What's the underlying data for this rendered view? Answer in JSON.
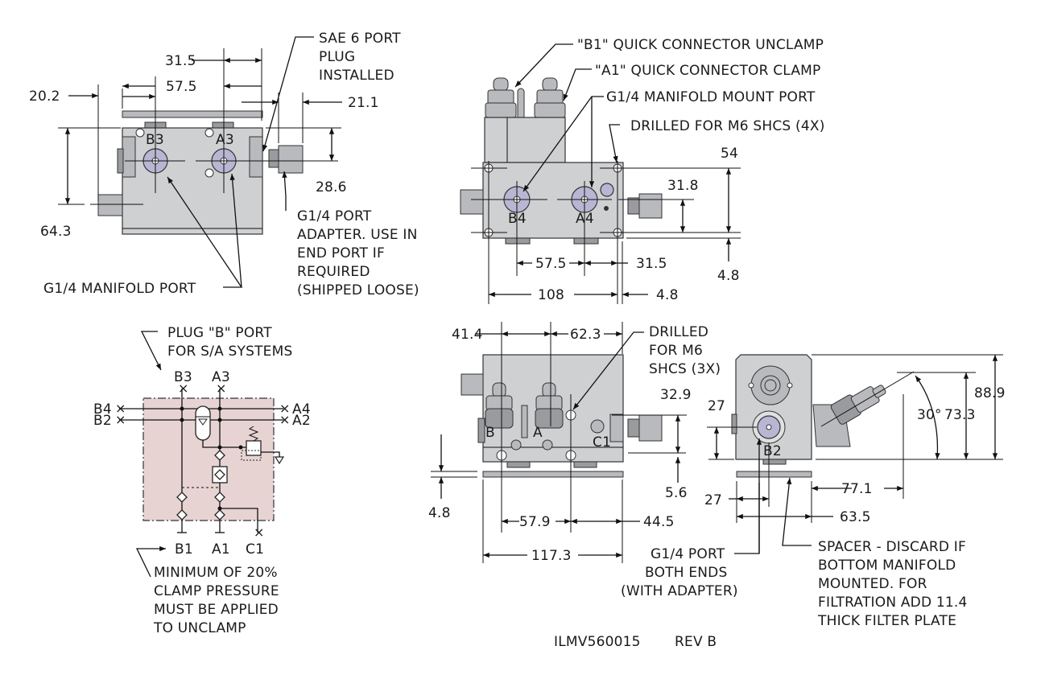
{
  "drawing": {
    "part_number": "ILMV560015",
    "revision": "REV B",
    "colors": {
      "block_body": "#cfd0d2",
      "port_face": "#b8b6d3",
      "schematic_fill": "#e8d3d3",
      "line": "#111111"
    }
  },
  "top_left_view": {
    "dims": {
      "d31_5": "31.5",
      "d57_5": "57.5",
      "d20_2": "20.2",
      "d21_1": "21.1",
      "d28_6": "28.6",
      "d64_3": "64.3"
    },
    "port_labels": {
      "b3": "B3",
      "a3": "A3"
    },
    "callouts": {
      "sae_plug": [
        "SAE 6 PORT",
        "PLUG",
        "INSTALLED"
      ],
      "adapter": [
        "G1/4 PORT",
        "ADAPTER. USE IN",
        "END PORT IF",
        "REQUIRED",
        "(SHIPPED LOOSE)"
      ],
      "manifold_port": "G1/4 MANIFOLD PORT"
    }
  },
  "top_right_view": {
    "callouts": {
      "b1": "\"B1\" QUICK CONNECTOR UNCLAMP",
      "a1": "\"A1\" QUICK CONNECTOR CLAMP",
      "mount_port": "G1/4 MANIFOLD MOUNT PORT",
      "drilled": "DRILLED FOR M6 SHCS (4X)"
    },
    "port_labels": {
      "b4": "B4",
      "a4": "A4"
    },
    "dims": {
      "d54": "54",
      "d31_8": "31.8",
      "d4_8_right": "4.8",
      "d57_5": "57.5",
      "d31_5": "31.5",
      "d108": "108",
      "d4_8_bottom": "4.8"
    }
  },
  "schematic": {
    "callout_top": [
      "PLUG \"B\" PORT",
      "FOR S/A SYSTEMS"
    ],
    "ports": {
      "b3": "B3",
      "a3": "A3",
      "b4": "B4",
      "b2": "B2",
      "a4": "A4",
      "a2": "A2",
      "b1": "B1",
      "a1": "A1",
      "c1": "C1"
    },
    "callout_bottom": [
      "MINIMUM OF 20%",
      "CLAMP PRESSURE",
      "MUST BE APPLIED",
      "TO UNCLAMP"
    ]
  },
  "bottom_mid_view": {
    "dims": {
      "d41_4": "41.4",
      "d62_3": "62.3",
      "d32_9": "32.9",
      "d5_6": "5.6",
      "d4_8": "4.8",
      "d57_9": "57.9",
      "d44_5": "44.5",
      "d117_3": "117.3"
    },
    "port_labels": {
      "b": "B",
      "a": "A",
      "c1": "C1"
    },
    "callouts": {
      "drilled": [
        "DRILLED",
        "FOR M6",
        "SHCS (3X)"
      ],
      "g14_port": [
        "G1/4 PORT",
        "BOTH ENDS",
        "(WITH ADAPTER)"
      ]
    }
  },
  "bottom_right_view": {
    "dims": {
      "d27_top": "27",
      "d27_bottom": "27",
      "d88_9": "88.9",
      "d73_3": "73.3",
      "angle": "30°",
      "d77_1": "77.1",
      "d63_5": "63.5"
    },
    "port_labels": {
      "b2": "B2"
    },
    "callouts": {
      "spacer": [
        "SPACER - DISCARD IF",
        "BOTTOM MANIFOLD",
        "MOUNTED. FOR",
        "FILTRATION ADD 11.4",
        "THICK FILTER PLATE"
      ]
    }
  }
}
